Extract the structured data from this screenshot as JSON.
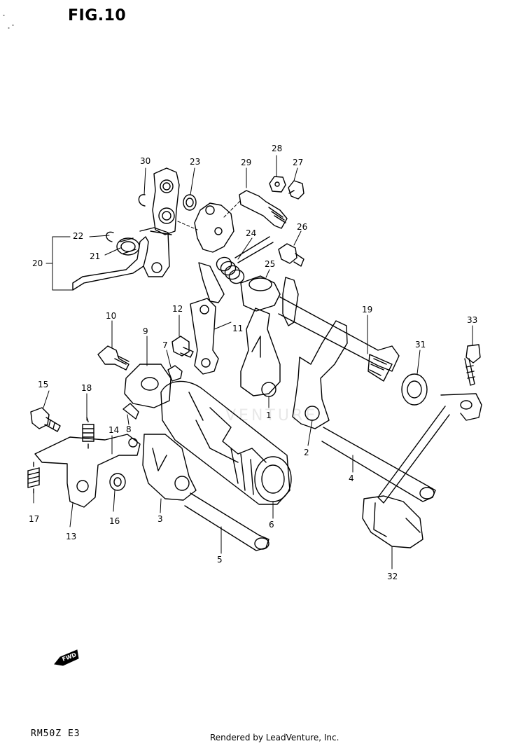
{
  "figure": {
    "title": "FIG.10"
  },
  "footer": {
    "model_code": "RM50Z E3",
    "credit": "Rendered by LeadVenture, Inc."
  },
  "forward_arrow": {
    "label": "FWD"
  },
  "watermark": "VENTURE",
  "callouts": [
    "1",
    "2",
    "3",
    "4",
    "5",
    "6",
    "7",
    "8",
    "9",
    "10",
    "11",
    "12",
    "13",
    "14",
    "15",
    "16",
    "17",
    "18",
    "19",
    "20",
    "21",
    "22",
    "23",
    "24",
    "25",
    "26",
    "27",
    "28",
    "29",
    "30",
    "31",
    "32",
    "33"
  ]
}
